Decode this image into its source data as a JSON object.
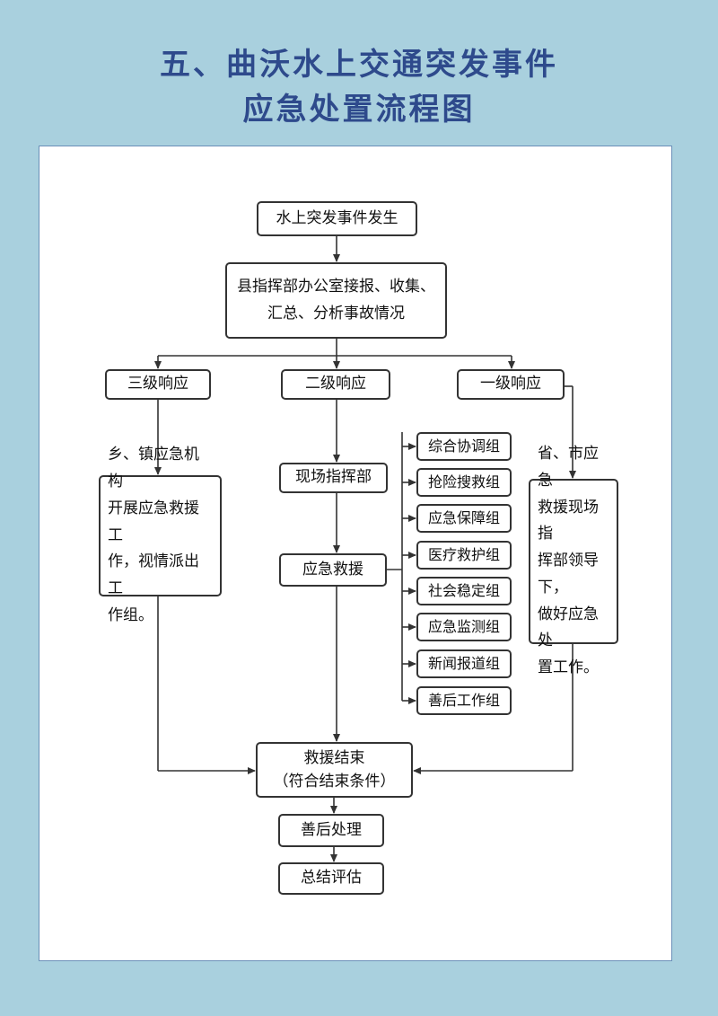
{
  "title": {
    "line1": "五、曲沃水上交通突发事件",
    "line2": "应急处置流程图"
  },
  "flow": {
    "start": "水上突发事件发生",
    "office": "县指挥部办公室接报、收集、\n汇总、分析事故情况",
    "level3": "三级响应",
    "level2": "二级响应",
    "level1": "一级响应",
    "township": "乡、镇应急机构\n开展应急救援工\n作，视情派出工\n作组。",
    "field_command": "现场指挥部",
    "rescue": "应急救援",
    "province": "省、市应急\n救援现场指\n挥部领导下，\n做好应急处\n置工作。",
    "groups": [
      "综合协调组",
      "抢险搜救组",
      "应急保障组",
      "医疗救护组",
      "社会稳定组",
      "应急监测组",
      "新闻报道组",
      "善后工作组"
    ],
    "end": "救援结束\n（符合结束条件）",
    "aftermath": "善后处理",
    "evaluate": "总结评估"
  }
}
